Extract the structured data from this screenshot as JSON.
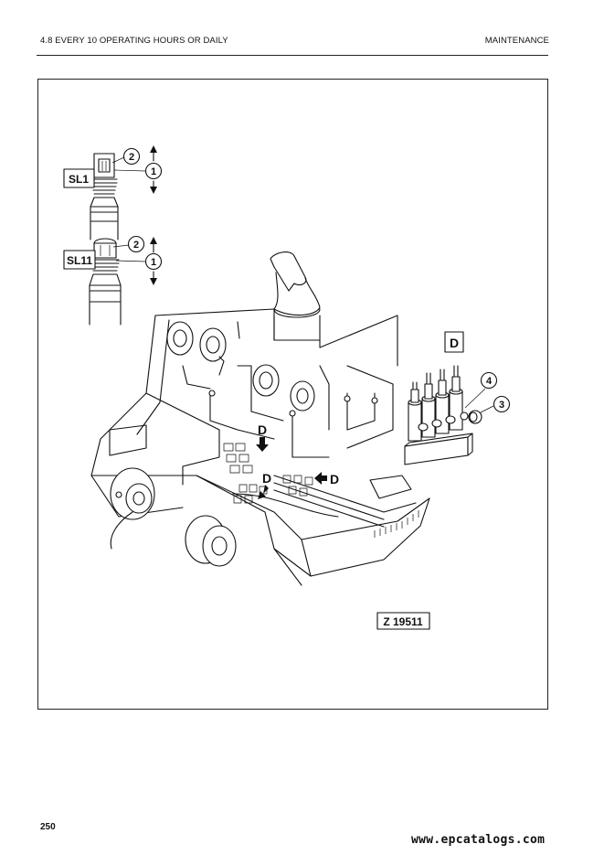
{
  "header": {
    "section": "4.8 EVERY 10 OPERATING HOURS OR DAILY",
    "chapter": "MAINTENANCE"
  },
  "figure": {
    "labels": {
      "sl1": "SL1",
      "sl11": "SL11",
      "callout_1": "1",
      "callout_2": "2",
      "callout_3": "3",
      "callout_4": "4",
      "detail": "D",
      "figure_id": "Z 19511"
    }
  },
  "footer": {
    "page_number": "250",
    "url": "www.epcatalogs.com"
  }
}
